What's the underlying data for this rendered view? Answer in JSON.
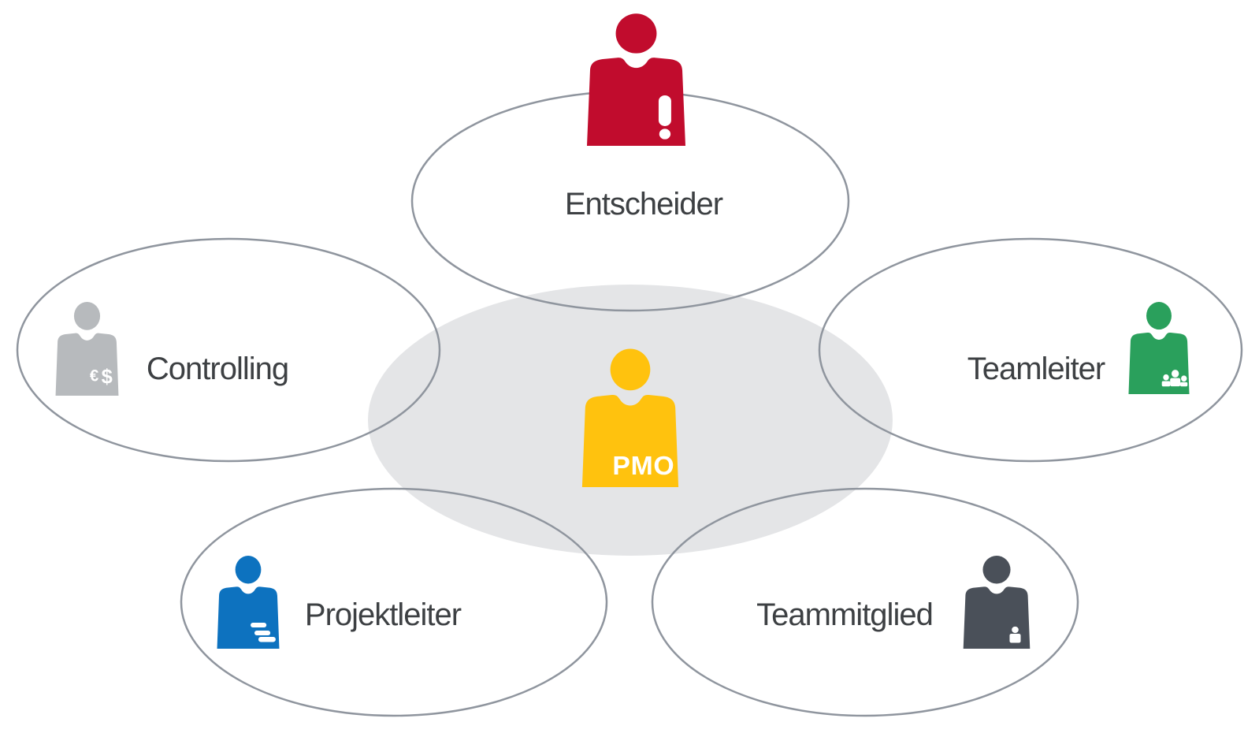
{
  "diagram": {
    "background": "#ffffff",
    "outline_color": "#8f959e",
    "label_color": "#3d4043",
    "badge_color": "#ffffff",
    "center_ellipse_fill": "#e4e5e7",
    "pmo": {
      "label": "PMO",
      "color": "#ffc20e"
    },
    "roles": [
      {
        "label": "Entscheider",
        "color": "#c10c2d",
        "badge": "exclamation-mark"
      },
      {
        "label": "Controlling",
        "color": "#b7babd",
        "badge": "currency",
        "currency_euro": "€",
        "currency_dollar": "$"
      },
      {
        "label": "Teamleiter",
        "color": "#2aa05c",
        "badge": "team-group"
      },
      {
        "label": "Projektleiter",
        "color": "#0d72bf",
        "badge": "gantt-bars"
      },
      {
        "label": "Teammitglied",
        "color": "#4a5059",
        "badge": "single-person"
      }
    ]
  }
}
